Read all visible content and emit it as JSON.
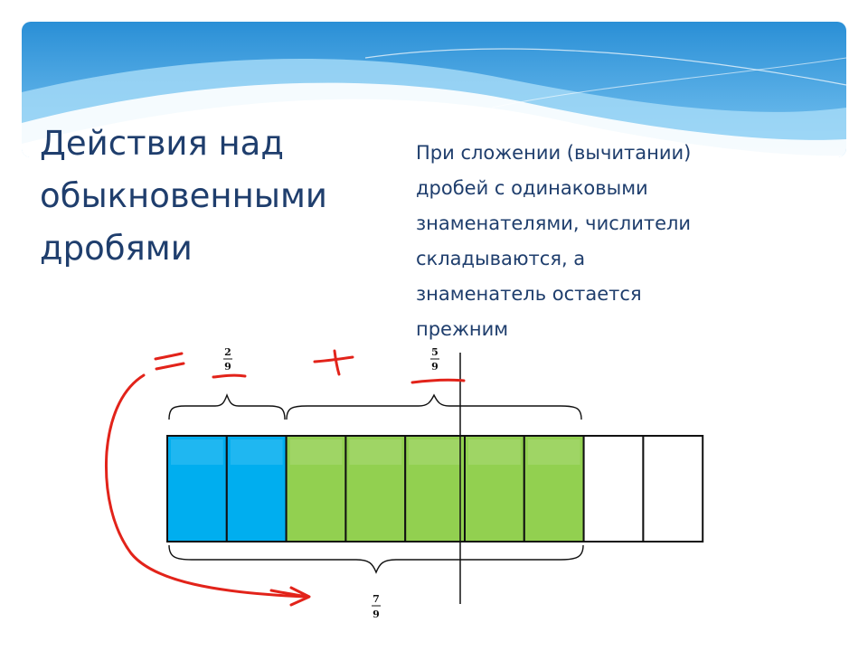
{
  "slide": {
    "title": "Действия над\nобыкновенными\nдробями",
    "rule": "При сложении (вычитании)\nдробей с одинаковыми\nзнаменателями, числители\nскладываются, а\nзнаменатель остается\nпрежним"
  },
  "diagram": {
    "total_parts": 9,
    "parts": [
      {
        "name": "blue",
        "count": 2,
        "color": "#00aeef"
      },
      {
        "name": "green",
        "count": 5,
        "color": "#92d050"
      },
      {
        "name": "empty",
        "count": 2,
        "color": "#ffffff"
      }
    ],
    "labels": {
      "blue": {
        "num": "2",
        "den": "9"
      },
      "green": {
        "num": "5",
        "den": "9"
      },
      "total": {
        "num": "7",
        "den": "9"
      }
    },
    "annotation_color": "#e2231a"
  }
}
